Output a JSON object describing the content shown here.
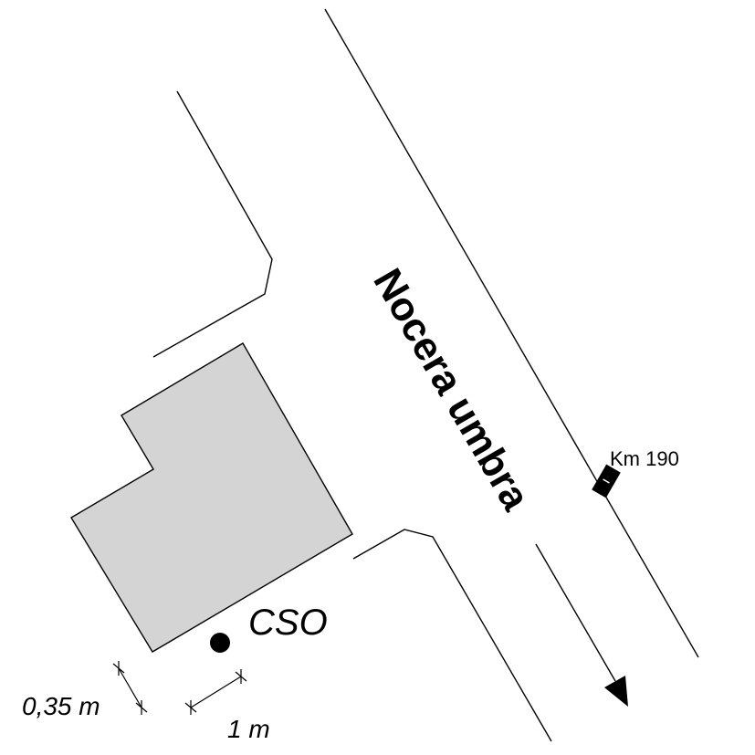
{
  "road": {
    "name": "Nocera umbra"
  },
  "marker": {
    "label": "Km 190"
  },
  "site": {
    "label": "CSO"
  },
  "dimensions": {
    "offset_label": "0,35 m",
    "length_label": "1 m"
  },
  "colors": {
    "line": "#000000",
    "building_fill": "#d4d4d4",
    "background": "#ffffff"
  },
  "icons": {
    "marker": "km-post-icon",
    "site": "station-dot-icon",
    "direction": "direction-arrow-icon"
  }
}
